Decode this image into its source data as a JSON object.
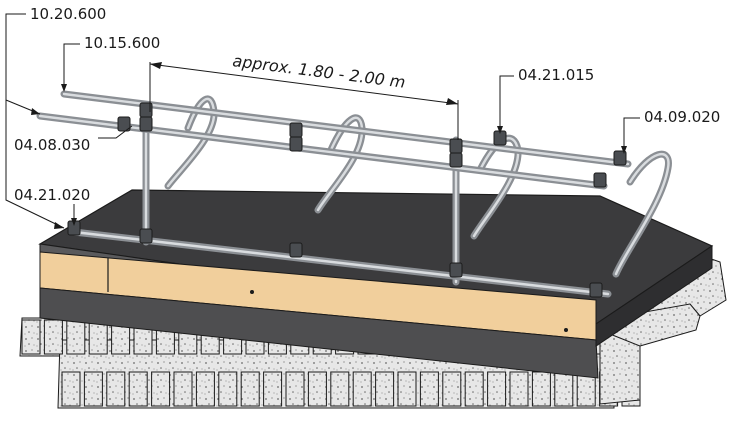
{
  "labels": {
    "guardrail_top": "10.20.600",
    "guardrail_mid": "10.15.600",
    "dimension": "approx. 1.80 - 2.00 m",
    "coupler_right_top": "04.21.015",
    "end_coupler": "04.09.020",
    "coupler_left": "04.08.030",
    "coupler_low": "04.21.020"
  }
}
